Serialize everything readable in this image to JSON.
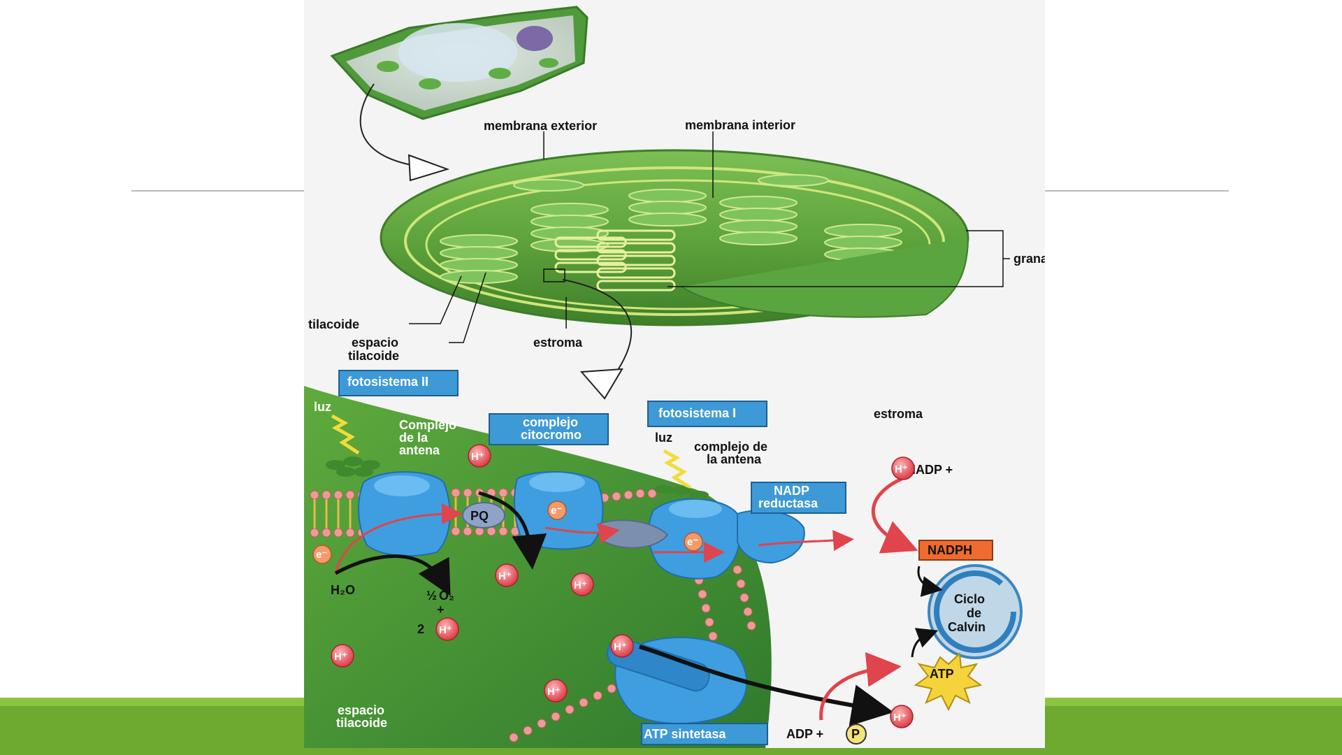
{
  "labels": {
    "membrana_exterior": "membrana exterior",
    "membrana_interior": "membrana interior",
    "grana": "grana",
    "tilacoide": "tilacoide",
    "espacio_tilacoide_1": "espacio",
    "espacio_tilacoide_2": "tilacoide",
    "estroma_top": "estroma",
    "fotosistema_II": "fotosistema II",
    "complejo_citocromo_1": "complejo",
    "complejo_citocromo_2": "citocromo",
    "fotosistema_I": "fotosistema I",
    "estroma_right": "estroma",
    "luz_left": "luz",
    "complejo_antena_left_1": "Complejo",
    "complejo_antena_left_2": "de la",
    "complejo_antena_left_3": "antena",
    "luz_right": "luz",
    "complejo_antena_right_1": "complejo de",
    "complejo_antena_right_2": "la antena",
    "nadp_reductasa_1": "NADP",
    "nadp_reductasa_2": "reductasa",
    "nadp_plus": "NADP +",
    "nadph": "NADPH",
    "ciclo_1": "Ciclo",
    "ciclo_2": "de",
    "ciclo_3": "Calvin",
    "atp": "ATP",
    "atp_sintetasa": "ATP sintetasa",
    "adp_plus": "ADP +",
    "p": "P",
    "pq": "PQ",
    "h2o": "H₂O",
    "half": "½",
    "o2": "O₂",
    "plus": "+",
    "two": "2",
    "h_plus": "H⁺",
    "e_minus": "e⁻",
    "espacio_bottom_1": "espacio",
    "espacio_bottom_2": "tilacoide"
  },
  "colors": {
    "accent_green": "#6eaa30",
    "label_box_blue": "#3d9ad6",
    "nadph_orange": "#ef6b2f",
    "membrane_green": "#4f9a3a",
    "protein_blue": "#3f9ee0",
    "ion_red": "#e84c55"
  }
}
